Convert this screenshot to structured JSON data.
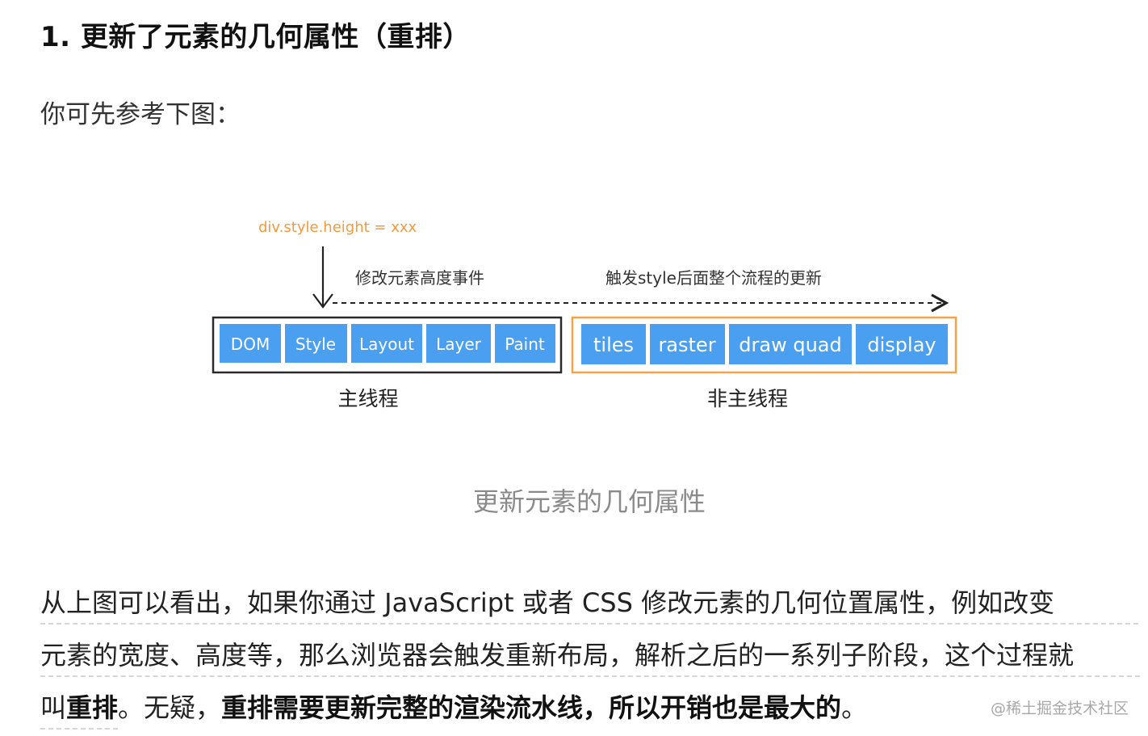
{
  "article": {
    "heading": "1. 更新了元素的几何属性（重排）",
    "intro": "你可先参考下图：",
    "figure": {
      "code_label": "div.style.height = xxx",
      "event_label": "修改元素高度事件",
      "trigger_label": "触发style后面整个流程的更新",
      "main_thread_label": "主线程",
      "non_main_thread_label": "非主线程",
      "main_stages": [
        "DOM",
        "Style",
        "Layout",
        "Layer",
        "Paint"
      ],
      "other_stages": [
        "tiles",
        "raster",
        "draw quad",
        "display"
      ],
      "colors": {
        "stage_fill": "#4a9ff1",
        "main_border": "#2a2a2a",
        "other_border": "#f5a349",
        "code_text": "#f29a3e"
      }
    },
    "caption": "更新元素的几何属性",
    "paragraph": {
      "line1": "从上图可以看出，如果你通过 JavaScript 或者 CSS 修改元素的几何位置属性，例如改变",
      "line2": "元素的宽度、高度等，那么浏览器会触发重新布局，解析之后的一系列子阶段，这个过程就",
      "line3_prefix": "叫",
      "line3_bold1": "重排",
      "line3_mid": "。无疑，",
      "line3_bold2": "重排需要更新完整的渲染流水线，所以开销也是最大的",
      "line3_suffix": "。"
    }
  },
  "watermark": "@稀土掘金技术社区"
}
